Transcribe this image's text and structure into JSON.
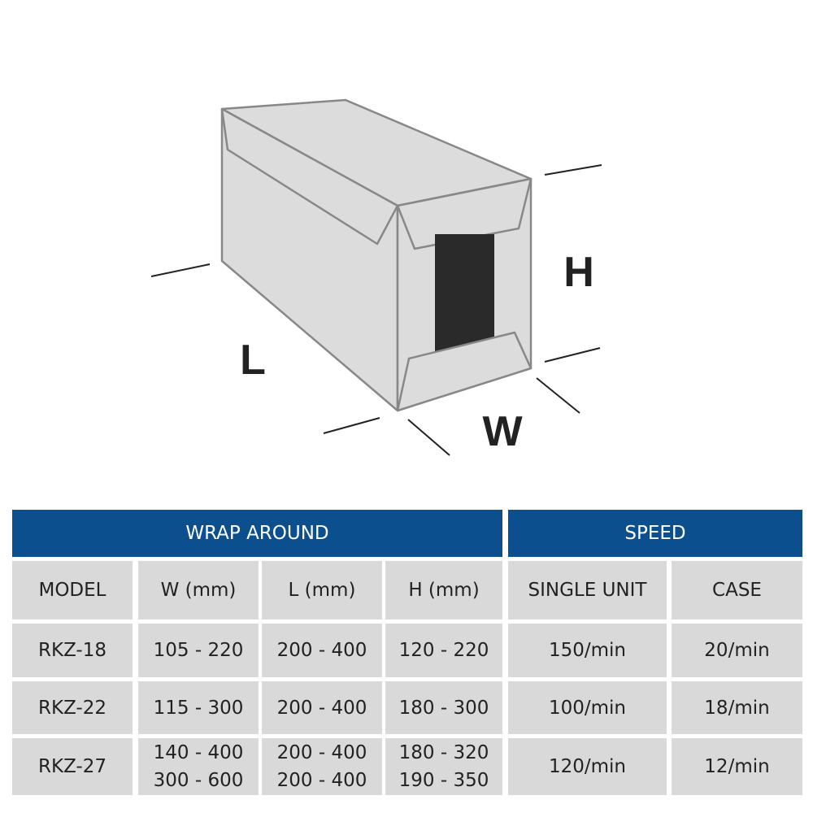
{
  "diagram": {
    "labels": {
      "length": "L",
      "height": "H",
      "width": "W"
    }
  },
  "table": {
    "group_headers": [
      "WRAP AROUND",
      "SPEED"
    ],
    "columns": [
      "MODEL",
      "W (mm)",
      "L (mm)",
      "H (mm)",
      "SINGLE UNIT",
      "CASE"
    ],
    "rows": [
      [
        [
          "RKZ-18"
        ],
        [
          "105 - 220"
        ],
        [
          "200 - 400"
        ],
        [
          "120 - 220"
        ],
        [
          "150/min"
        ],
        [
          "20/min"
        ]
      ],
      [
        [
          "RKZ-22"
        ],
        [
          "115 - 300"
        ],
        [
          "200 - 400"
        ],
        [
          "180 - 300"
        ],
        [
          "100/min"
        ],
        [
          "18/min"
        ]
      ],
      [
        [
          "RKZ-27"
        ],
        [
          "140 - 400",
          "300 - 600"
        ],
        [
          "200 - 400",
          "200 - 400"
        ],
        [
          "180 - 320",
          "190 - 350"
        ],
        [
          "120/min"
        ],
        [
          "12/min"
        ]
      ]
    ]
  },
  "colors": {
    "header": "#0b4f8e",
    "cell": "#d9d9d9",
    "box": "#dcdcdc",
    "window": "#2a2a2a"
  }
}
